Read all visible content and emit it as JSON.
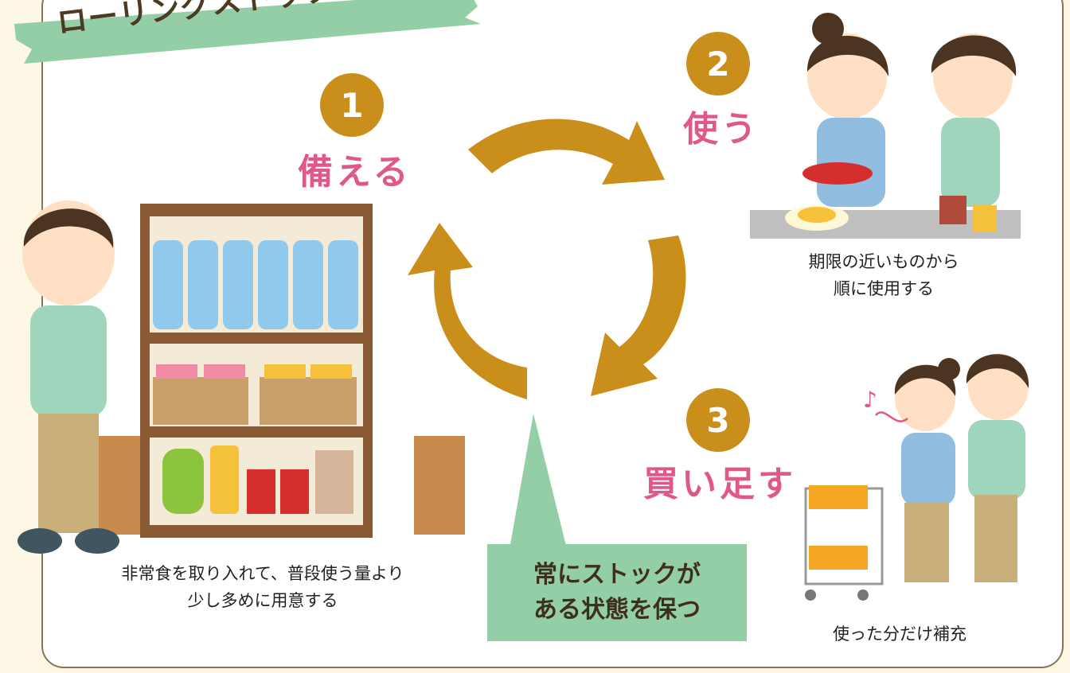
{
  "title": "ローリングストックの仕組み",
  "steps": [
    {
      "number": "1",
      "label": "備える",
      "caption_line1": "非常食を取り入れて、普段使う量より",
      "caption_line2": "少し多めに用意する"
    },
    {
      "number": "2",
      "label": "使う",
      "caption_line1": "期限の近いものから",
      "caption_line2": "順に使用する"
    },
    {
      "number": "3",
      "label": "買い足す",
      "caption_line1": "使った分だけ補充",
      "caption_line2": ""
    }
  ],
  "callout": {
    "line1": "常にストックが",
    "line2": "ある状態を保つ"
  },
  "colors": {
    "badge": "#c98f1a",
    "step_label": "#e0588a",
    "cycle_arrows": "#c98f1a",
    "callout_bg": "#94cea6",
    "banner_bg": "#94cea6"
  }
}
